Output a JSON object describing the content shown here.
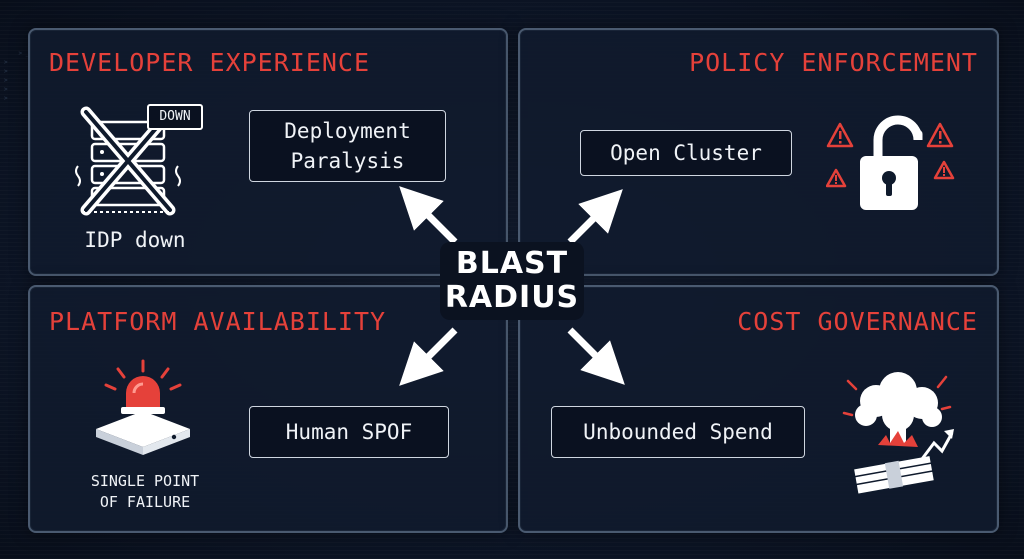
{
  "center": {
    "line1": "BLAST",
    "line2": "RADIUS"
  },
  "quadrants": {
    "developer_experience": {
      "title": "DEVELOPER EXPERIENCE",
      "label": "Deployment Paralysis",
      "caption": "IDP down",
      "badge": "DOWN",
      "icon": "crossed-out-server-icon"
    },
    "policy_enforcement": {
      "title": "POLICY ENFORCEMENT",
      "label": "Open Cluster",
      "icon": "unlocked-padlock-warning-icon"
    },
    "platform_availability": {
      "title": "PLATFORM AVAILABILITY",
      "label": "Human SPOF",
      "caption_line1": "SINGLE POINT",
      "caption_line2": "OF FAILURE",
      "icon": "alarm-siren-icon"
    },
    "cost_governance": {
      "title": "COST GOVERNANCE",
      "label": "Unbounded Spend",
      "icon": "exploding-money-icon"
    }
  },
  "colors": {
    "accent_red": "#e5413a",
    "panel_border": "#4a5a70",
    "background": "#0b1220",
    "text": "#f0f3f7"
  }
}
